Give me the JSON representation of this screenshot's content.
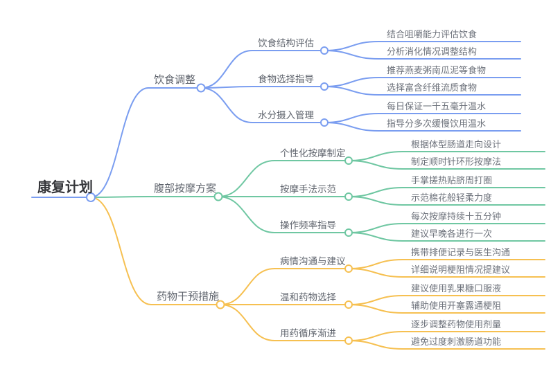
{
  "root": {
    "label": "康复计划"
  },
  "branches": [
    {
      "label": "饮食调整",
      "color": "#7a9df0",
      "children": [
        {
          "label": "饮食结构评估",
          "leaves": [
            "结合咀嚼能力评估饮食",
            "分析消化情况调整结构"
          ]
        },
        {
          "label": "食物选择指导",
          "leaves": [
            "推荐燕麦粥南瓜泥等食物",
            "选择富含纤维流质食物"
          ]
        },
        {
          "label": "水分摄入管理",
          "leaves": [
            "每日保证一千五毫升温水",
            "指导分多次缓慢饮用温水"
          ]
        }
      ]
    },
    {
      "label": "腹部按摩方案",
      "color": "#6fc7a2",
      "children": [
        {
          "label": "个性化按摩制定",
          "leaves": [
            "根据体型肠道走向设计",
            "制定顺时针环形按摩法"
          ]
        },
        {
          "label": "按摩手法示范",
          "leaves": [
            "手掌搓热贴脐周打圈",
            "示范棉花般轻柔力度"
          ]
        },
        {
          "label": "操作频率指导",
          "leaves": [
            "每次按摩持续十五分钟",
            "建议早晚各进行一次"
          ]
        }
      ]
    },
    {
      "label": "药物干预措施",
      "color": "#f6c051",
      "children": [
        {
          "label": "病情沟通与建议",
          "leaves": [
            "携带排便记录与医生沟通",
            "详细说明梗阻情况提建议"
          ]
        },
        {
          "label": "温和药物选择",
          "leaves": [
            "建议使用乳果糖口服液",
            "辅助使用开塞露通梗阻"
          ]
        },
        {
          "label": "用药循序渐进",
          "leaves": [
            "逐步调整药物使用剂量",
            "避免过度刺激肠道功能"
          ]
        }
      ]
    }
  ]
}
